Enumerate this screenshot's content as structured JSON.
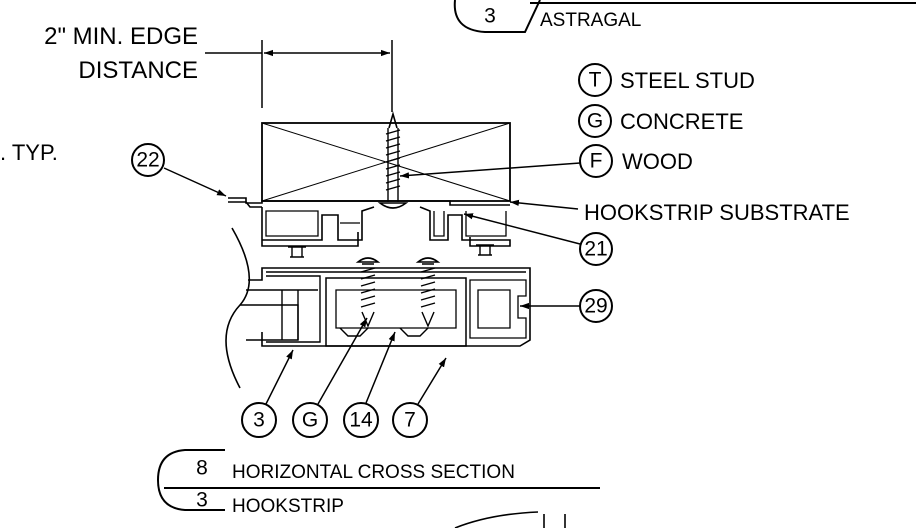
{
  "top_title": {
    "number": "3",
    "text": "ASTRAGAL"
  },
  "edge_distance": {
    "line1": "2\" MIN. EDGE",
    "line2": "DISTANCE"
  },
  "typ_note": ". TYP.",
  "legend": [
    {
      "code": "T",
      "text": "STEEL STUD"
    },
    {
      "code": "G",
      "text": "CONCRETE"
    },
    {
      "code": "F",
      "text": "WOOD"
    }
  ],
  "substrate_label": "HOOKSTRIP SUBSTRATE",
  "callouts": {
    "c22": "22",
    "c21": "21",
    "c29": "29",
    "c3": "3",
    "cG": "G",
    "c14": "14",
    "c7": "7"
  },
  "section_title": {
    "number": "8",
    "sheet": "3",
    "title": "HORIZONTAL CROSS SECTION",
    "subtitle": "HOOKSTRIP"
  }
}
